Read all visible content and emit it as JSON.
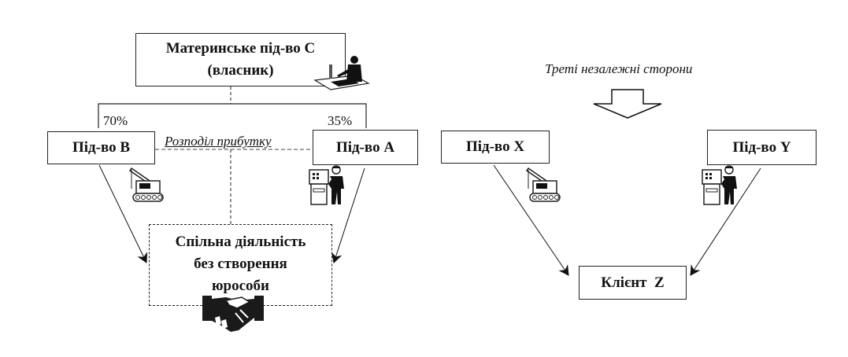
{
  "diagram": {
    "left": {
      "parent": {
        "line1": "Материнське під-во С",
        "line2": "(власник)",
        "icon": "businessman-at-desk-icon"
      },
      "sub_b": {
        "label": "Під-во В",
        "share": "70%",
        "icon": "crane-excavator-icon"
      },
      "sub_a": {
        "label": "Під-во А",
        "share": "35%",
        "icon": "factory-worker-control-panel-icon"
      },
      "profit_label": "Розподіл прибутку",
      "joint": {
        "line1": "Спільна діяльність",
        "line2": "без створення",
        "line3": "юрособи",
        "icon": "handshake-icon"
      }
    },
    "right": {
      "caption": "Треті незалежні сторони",
      "arrow_icon": "down-arrow-icon",
      "sub_x": {
        "label": "Під-во X",
        "icon": "crane-excavator-icon"
      },
      "sub_y": {
        "label": "Під-во Y",
        "icon": "factory-worker-control-panel-icon"
      },
      "client": {
        "label": "Клієнт  Z"
      }
    }
  }
}
